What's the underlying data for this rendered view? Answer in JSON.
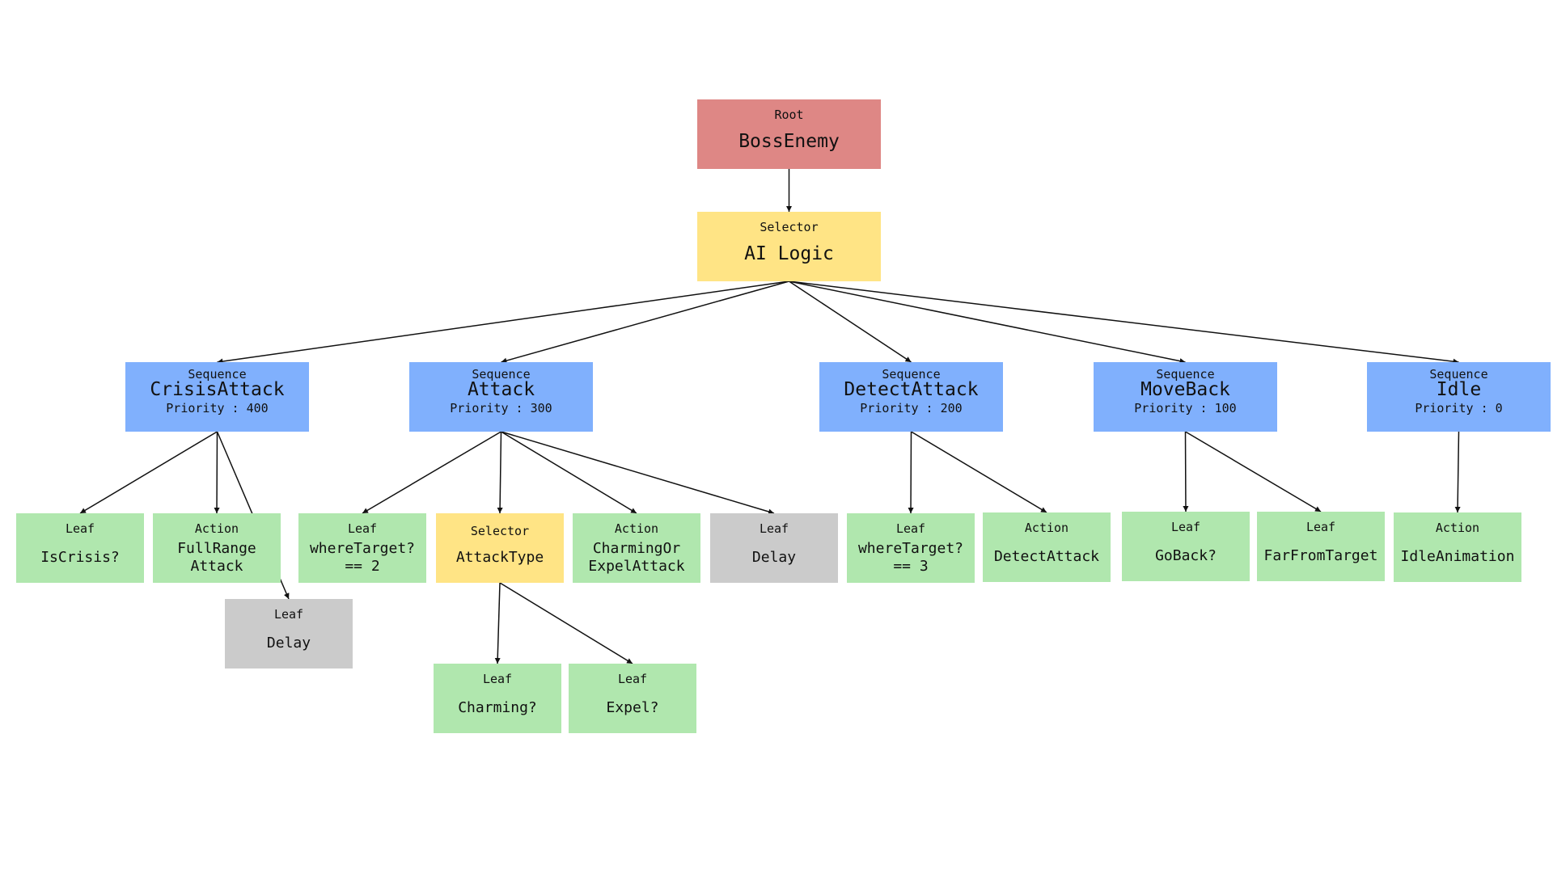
{
  "colors": {
    "root": "#de8785",
    "selector": "#ffe485",
    "sequence": "#80b0fd",
    "leaf": "#b0e7ae",
    "delay": "#cbcbcb",
    "edge": "#111111"
  },
  "nodes": {
    "root": {
      "kind": "Root",
      "label": [
        "BossEnemy"
      ]
    },
    "ai_logic": {
      "kind": "Selector",
      "label": [
        "AI Logic"
      ]
    },
    "crisis_attack": {
      "kind": "Sequence",
      "label": [
        "CrisisAttack"
      ],
      "priority": "Priority : 400"
    },
    "attack": {
      "kind": "Sequence",
      "label": [
        "Attack"
      ],
      "priority": "Priority : 300"
    },
    "detect_attack": {
      "kind": "Sequence",
      "label": [
        "DetectAttack"
      ],
      "priority": "Priority : 200"
    },
    "move_back": {
      "kind": "Sequence",
      "label": [
        "MoveBack"
      ],
      "priority": "Priority : 100"
    },
    "idle": {
      "kind": "Sequence",
      "label": [
        "Idle"
      ],
      "priority": "Priority : 0"
    },
    "is_crisis": {
      "kind": "Leaf",
      "label": [
        "IsCrisis?"
      ]
    },
    "fullrange_attack": {
      "kind": "Action",
      "label": [
        "FullRange",
        "Attack"
      ]
    },
    "delay_crisis": {
      "kind": "Leaf",
      "label": [
        "Delay"
      ]
    },
    "where_target_2": {
      "kind": "Leaf",
      "label": [
        "whereTarget?",
        "== 2"
      ]
    },
    "attack_type": {
      "kind": "Selector",
      "label": [
        "AttackType"
      ]
    },
    "charming_or_expel": {
      "kind": "Action",
      "label": [
        "CharmingOr",
        "ExpelAttack"
      ]
    },
    "delay_attack": {
      "kind": "Leaf",
      "label": [
        "Delay"
      ]
    },
    "charming": {
      "kind": "Leaf",
      "label": [
        "Charming?"
      ]
    },
    "expel": {
      "kind": "Leaf",
      "label": [
        "Expel?"
      ]
    },
    "where_target_3": {
      "kind": "Leaf",
      "label": [
        "whereTarget?",
        "== 3"
      ]
    },
    "detect_attack_action": {
      "kind": "Action",
      "label": [
        "DetectAttack"
      ]
    },
    "go_back": {
      "kind": "Leaf",
      "label": [
        "GoBack?"
      ]
    },
    "far_from_target": {
      "kind": "Leaf",
      "label": [
        "FarFromTarget"
      ]
    },
    "idle_animation": {
      "kind": "Action",
      "label": [
        "IdleAnimation"
      ]
    }
  },
  "edges": [
    [
      "root",
      "ai_logic"
    ],
    [
      "ai_logic",
      "crisis_attack"
    ],
    [
      "ai_logic",
      "attack"
    ],
    [
      "ai_logic",
      "detect_attack"
    ],
    [
      "ai_logic",
      "move_back"
    ],
    [
      "ai_logic",
      "idle"
    ],
    [
      "crisis_attack",
      "is_crisis"
    ],
    [
      "crisis_attack",
      "fullrange_attack"
    ],
    [
      "crisis_attack",
      "delay_crisis"
    ],
    [
      "attack",
      "where_target_2"
    ],
    [
      "attack",
      "attack_type"
    ],
    [
      "attack",
      "charming_or_expel"
    ],
    [
      "attack",
      "delay_attack"
    ],
    [
      "attack_type",
      "charming"
    ],
    [
      "attack_type",
      "expel"
    ],
    [
      "detect_attack",
      "where_target_3"
    ],
    [
      "detect_attack",
      "detect_attack_action"
    ],
    [
      "move_back",
      "go_back"
    ],
    [
      "move_back",
      "far_from_target"
    ],
    [
      "idle",
      "idle_animation"
    ]
  ]
}
